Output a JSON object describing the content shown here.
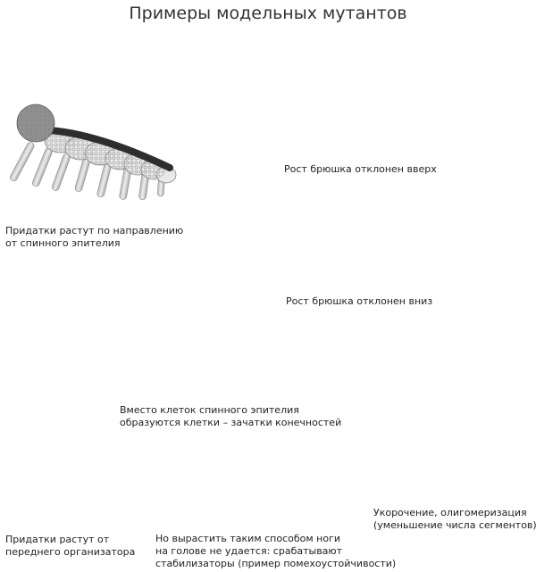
{
  "title": "Примеры модельных мутантов",
  "captions": {
    "dorsal": [
      "Придатки растут по направлению",
      "от спинного эпителия"
    ],
    "up": "Рост брюшка отклонен вверх",
    "down": "Рост брюшка отклонен вниз",
    "anterior": [
      "Придатки растут от",
      "переднего организатора"
    ],
    "limb_buds": [
      "Вместо клеток спинного эпителия",
      "образуются клетки – зачатки конечностей"
    ],
    "stabilizers": [
      "Но вырастить таким способом ноги",
      "на голове не удается: срабатывают",
      "стабилизаторы (пример помехоустойчивости)"
    ],
    "shortening": [
      "Укорочение, олигомеризация",
      "(уменьшение числа сегментов)"
    ]
  },
  "colors": {
    "head": "#6e6e6e",
    "dark_segment": "#3a3a3a",
    "light_segment": "#eeeeee",
    "limb": "#cfcfcf",
    "outline": "#555555"
  }
}
